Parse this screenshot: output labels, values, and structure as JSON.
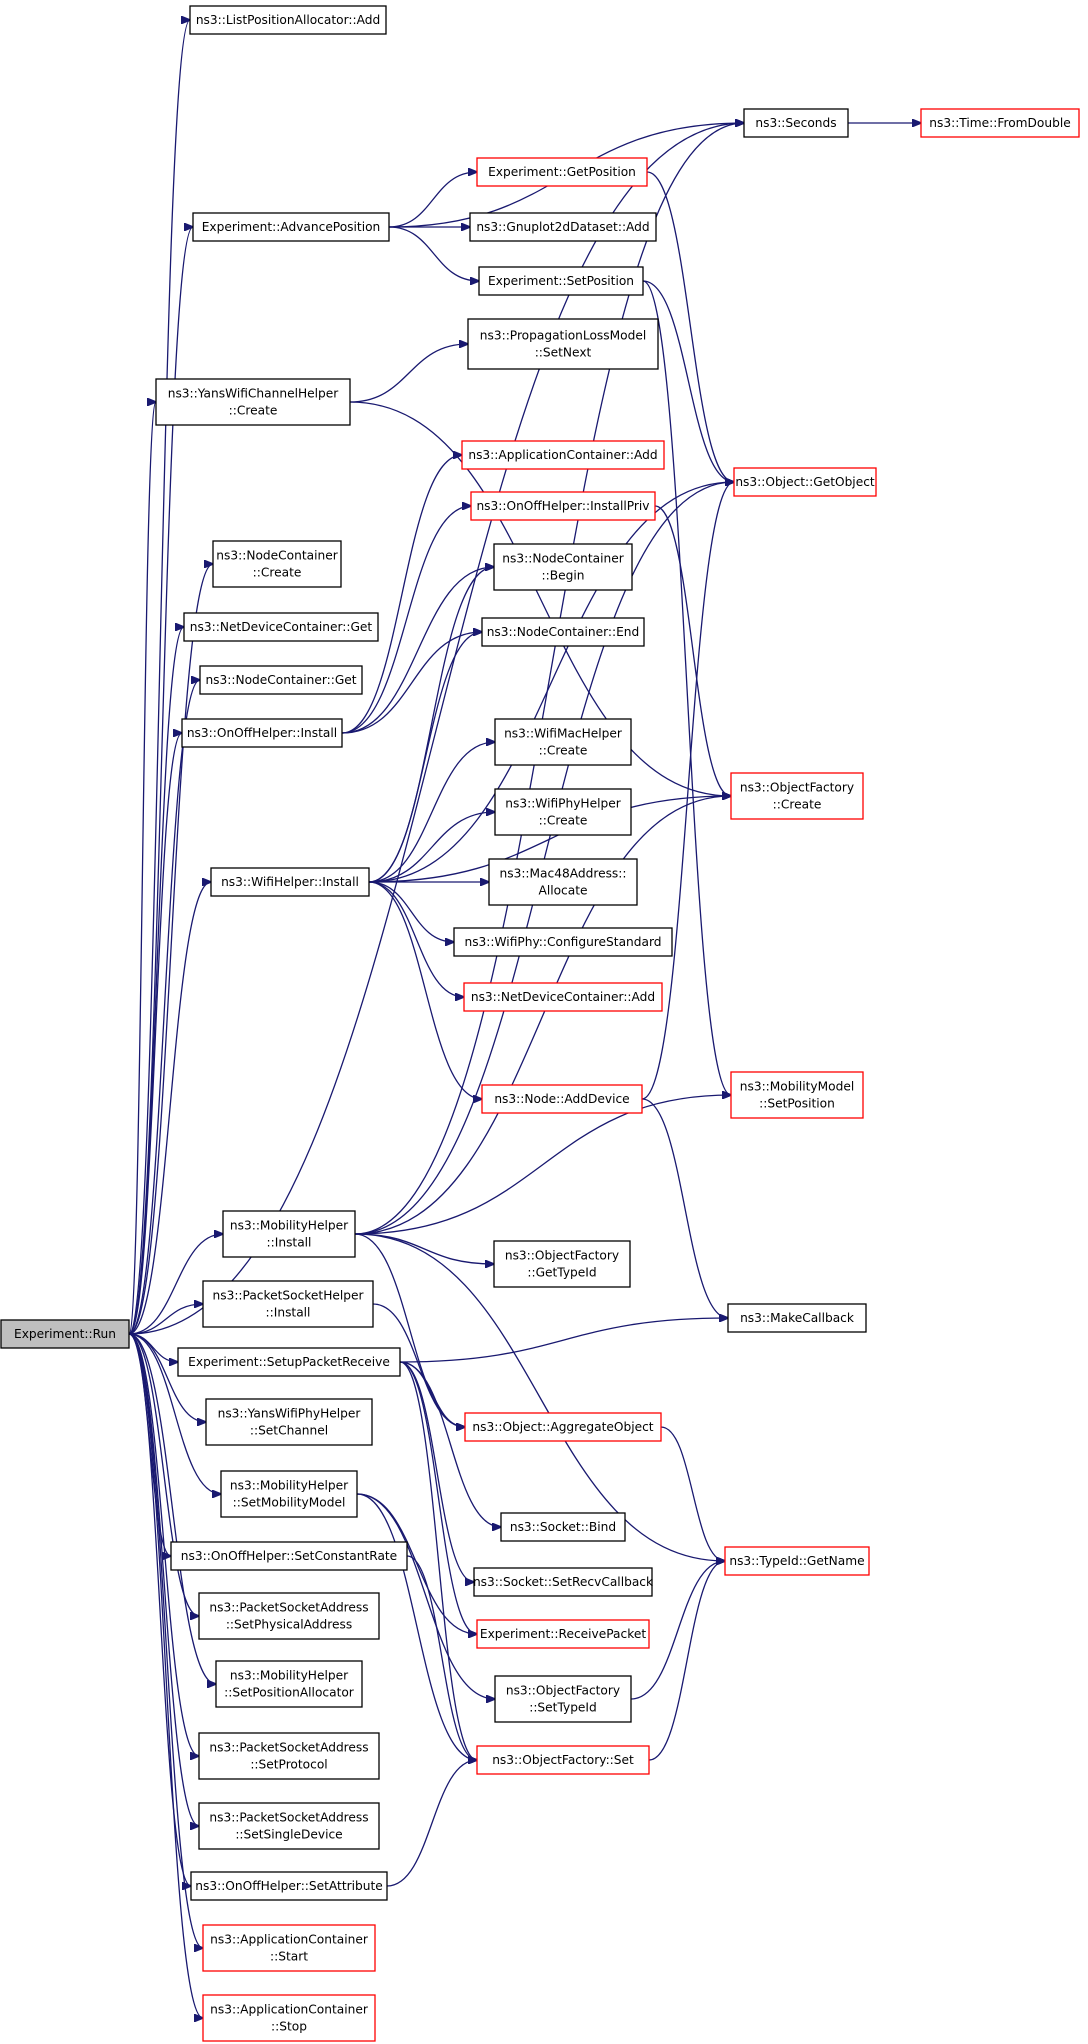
{
  "graph": {
    "nodes": [
      {
        "id": "run",
        "lines": [
          "Experiment::Run"
        ],
        "style": "root"
      },
      {
        "id": "lpaAdd",
        "lines": [
          "ns3::ListPositionAllocator::Add"
        ],
        "style": "black"
      },
      {
        "id": "seconds",
        "lines": [
          "ns3::Seconds"
        ],
        "style": "black"
      },
      {
        "id": "fromDouble",
        "lines": [
          "ns3::Time::FromDouble"
        ],
        "style": "red"
      },
      {
        "id": "expGetPos",
        "lines": [
          "Experiment::GetPosition"
        ],
        "style": "red"
      },
      {
        "id": "advPos",
        "lines": [
          "Experiment::AdvancePosition"
        ],
        "style": "black"
      },
      {
        "id": "gnuplotAdd",
        "lines": [
          "ns3::Gnuplot2dDataset::Add"
        ],
        "style": "black"
      },
      {
        "id": "expSetPos",
        "lines": [
          "Experiment::SetPosition"
        ],
        "style": "black"
      },
      {
        "id": "propSetNext",
        "lines": [
          "ns3::PropagationLossModel",
          "::SetNext"
        ],
        "style": "black"
      },
      {
        "id": "yansChCreate",
        "lines": [
          "ns3::YansWifiChannelHelper",
          "::Create"
        ],
        "style": "black"
      },
      {
        "id": "appContAdd",
        "lines": [
          "ns3::ApplicationContainer::Add"
        ],
        "style": "red"
      },
      {
        "id": "getObject",
        "lines": [
          "ns3::Object::GetObject"
        ],
        "style": "red"
      },
      {
        "id": "onoffInstallPriv",
        "lines": [
          "ns3::OnOffHelper::InstallPriv"
        ],
        "style": "red"
      },
      {
        "id": "nodeContCreate",
        "lines": [
          "ns3::NodeContainer",
          "::Create"
        ],
        "style": "black"
      },
      {
        "id": "nodeContBegin",
        "lines": [
          "ns3::NodeContainer",
          "::Begin"
        ],
        "style": "black"
      },
      {
        "id": "netDevContGet",
        "lines": [
          "ns3::NetDeviceContainer::Get"
        ],
        "style": "black"
      },
      {
        "id": "nodeContEnd",
        "lines": [
          "ns3::NodeContainer::End"
        ],
        "style": "black"
      },
      {
        "id": "nodeContGet",
        "lines": [
          "ns3::NodeContainer::Get"
        ],
        "style": "black"
      },
      {
        "id": "onoffInstall",
        "lines": [
          "ns3::OnOffHelper::Install"
        ],
        "style": "black"
      },
      {
        "id": "wifiMacCreate",
        "lines": [
          "ns3::WifiMacHelper",
          "::Create"
        ],
        "style": "black"
      },
      {
        "id": "objFactCreate",
        "lines": [
          "ns3::ObjectFactory",
          "::Create"
        ],
        "style": "red"
      },
      {
        "id": "wifiPhyCreate",
        "lines": [
          "ns3::WifiPhyHelper",
          "::Create"
        ],
        "style": "black"
      },
      {
        "id": "wifiInstall",
        "lines": [
          "ns3::WifiHelper::Install"
        ],
        "style": "black"
      },
      {
        "id": "mac48Alloc",
        "lines": [
          "ns3::Mac48Address::",
          "Allocate"
        ],
        "style": "black"
      },
      {
        "id": "wifiPhyConfStd",
        "lines": [
          "ns3::WifiPhy::ConfigureStandard"
        ],
        "style": "black"
      },
      {
        "id": "netDevContAdd",
        "lines": [
          "ns3::NetDeviceContainer::Add"
        ],
        "style": "red"
      },
      {
        "id": "mobModelSetPos",
        "lines": [
          "ns3::MobilityModel",
          "::SetPosition"
        ],
        "style": "red"
      },
      {
        "id": "nodeAddDevice",
        "lines": [
          "ns3::Node::AddDevice"
        ],
        "style": "red"
      },
      {
        "id": "mobHelperInstall",
        "lines": [
          "ns3::MobilityHelper",
          "::Install"
        ],
        "style": "black"
      },
      {
        "id": "objFactGetTypeId",
        "lines": [
          "ns3::ObjectFactory",
          "::GetTypeId"
        ],
        "style": "black"
      },
      {
        "id": "makeCallback",
        "lines": [
          "ns3::MakeCallback"
        ],
        "style": "black"
      },
      {
        "id": "pktSockInstall",
        "lines": [
          "ns3::PacketSocketHelper",
          "::Install"
        ],
        "style": "black"
      },
      {
        "id": "setupPktRecv",
        "lines": [
          "Experiment::SetupPacketReceive"
        ],
        "style": "black"
      },
      {
        "id": "aggObject",
        "lines": [
          "ns3::Object::AggregateObject"
        ],
        "style": "red"
      },
      {
        "id": "yansPhySetCh",
        "lines": [
          "ns3::YansWifiPhyHelper",
          "::SetChannel"
        ],
        "style": "black"
      },
      {
        "id": "mobSetModel",
        "lines": [
          "ns3::MobilityHelper",
          "::SetMobilityModel"
        ],
        "style": "black"
      },
      {
        "id": "socketBind",
        "lines": [
          "ns3::Socket::Bind"
        ],
        "style": "black"
      },
      {
        "id": "onoffSetRate",
        "lines": [
          "ns3::OnOffHelper::SetConstantRate"
        ],
        "style": "black"
      },
      {
        "id": "typeIdGetName",
        "lines": [
          "ns3::TypeId::GetName"
        ],
        "style": "red"
      },
      {
        "id": "socketSetRecvCb",
        "lines": [
          "ns3::Socket::SetRecvCallback"
        ],
        "style": "black"
      },
      {
        "id": "pktSockSetPhys",
        "lines": [
          "ns3::PacketSocketAddress",
          "::SetPhysicalAddress"
        ],
        "style": "black"
      },
      {
        "id": "expRecvPkt",
        "lines": [
          "Experiment::ReceivePacket"
        ],
        "style": "red"
      },
      {
        "id": "mobSetPosAlloc",
        "lines": [
          "ns3::MobilityHelper",
          "::SetPositionAllocator"
        ],
        "style": "black"
      },
      {
        "id": "objFactSetTypeId",
        "lines": [
          "ns3::ObjectFactory",
          "::SetTypeId"
        ],
        "style": "black"
      },
      {
        "id": "pktSockSetProto",
        "lines": [
          "ns3::PacketSocketAddress",
          "::SetProtocol"
        ],
        "style": "black"
      },
      {
        "id": "objFactSet",
        "lines": [
          "ns3::ObjectFactory::Set"
        ],
        "style": "red"
      },
      {
        "id": "pktSockSetSingle",
        "lines": [
          "ns3::PacketSocketAddress",
          "::SetSingleDevice"
        ],
        "style": "black"
      },
      {
        "id": "onoffSetAttr",
        "lines": [
          "ns3::OnOffHelper::SetAttribute"
        ],
        "style": "black"
      },
      {
        "id": "appContStart",
        "lines": [
          "ns3::ApplicationContainer",
          "::Start"
        ],
        "style": "red"
      },
      {
        "id": "appContStop",
        "lines": [
          "ns3::ApplicationContainer",
          "::Stop"
        ],
        "style": "red"
      }
    ],
    "edges": [
      [
        "run",
        "lpaAdd"
      ],
      [
        "run",
        "seconds"
      ],
      [
        "run",
        "advPos"
      ],
      [
        "run",
        "yansChCreate"
      ],
      [
        "run",
        "nodeContCreate"
      ],
      [
        "run",
        "netDevContGet"
      ],
      [
        "run",
        "nodeContGet"
      ],
      [
        "run",
        "onoffInstall"
      ],
      [
        "run",
        "wifiInstall"
      ],
      [
        "run",
        "mobHelperInstall"
      ],
      [
        "run",
        "pktSockInstall"
      ],
      [
        "run",
        "setupPktRecv"
      ],
      [
        "run",
        "yansPhySetCh"
      ],
      [
        "run",
        "mobSetModel"
      ],
      [
        "run",
        "onoffSetRate"
      ],
      [
        "run",
        "pktSockSetPhys"
      ],
      [
        "run",
        "mobSetPosAlloc"
      ],
      [
        "run",
        "pktSockSetProto"
      ],
      [
        "run",
        "pktSockSetSingle"
      ],
      [
        "run",
        "onoffSetAttr"
      ],
      [
        "run",
        "appContStart"
      ],
      [
        "run",
        "appContStop"
      ],
      [
        "seconds",
        "fromDouble"
      ],
      [
        "advPos",
        "seconds"
      ],
      [
        "advPos",
        "expGetPos"
      ],
      [
        "advPos",
        "gnuplotAdd"
      ],
      [
        "advPos",
        "expSetPos"
      ],
      [
        "expGetPos",
        "getObject"
      ],
      [
        "expSetPos",
        "getObject"
      ],
      [
        "expSetPos",
        "mobModelSetPos"
      ],
      [
        "yansChCreate",
        "propSetNext"
      ],
      [
        "yansChCreate",
        "objFactCreate"
      ],
      [
        "onoffInstall",
        "appContAdd"
      ],
      [
        "onoffInstall",
        "onoffInstallPriv"
      ],
      [
        "onoffInstall",
        "nodeContBegin"
      ],
      [
        "onoffInstall",
        "nodeContEnd"
      ],
      [
        "onoffInstallPriv",
        "objFactCreate"
      ],
      [
        "wifiInstall",
        "nodeContBegin"
      ],
      [
        "wifiInstall",
        "nodeContEnd"
      ],
      [
        "wifiInstall",
        "getObject"
      ],
      [
        "wifiInstall",
        "wifiMacCreate"
      ],
      [
        "wifiInstall",
        "wifiPhyCreate"
      ],
      [
        "wifiInstall",
        "mac48Alloc"
      ],
      [
        "wifiInstall",
        "wifiPhyConfStd"
      ],
      [
        "wifiInstall",
        "netDevContAdd"
      ],
      [
        "wifiInstall",
        "objFactCreate"
      ],
      [
        "wifiInstall",
        "nodeAddDevice"
      ],
      [
        "nodeAddDevice",
        "getObject"
      ],
      [
        "nodeAddDevice",
        "makeCallback"
      ],
      [
        "mobHelperInstall",
        "getObject"
      ],
      [
        "mobHelperInstall",
        "seconds"
      ],
      [
        "mobHelperInstall",
        "objFactGetTypeId"
      ],
      [
        "mobHelperInstall",
        "mobModelSetPos"
      ],
      [
        "mobHelperInstall",
        "aggObject"
      ],
      [
        "mobHelperInstall",
        "typeIdGetName"
      ],
      [
        "mobHelperInstall",
        "objFactCreate"
      ],
      [
        "pktSockInstall",
        "aggObject"
      ],
      [
        "setupPktRecv",
        "makeCallback"
      ],
      [
        "setupPktRecv",
        "socketBind"
      ],
      [
        "setupPktRecv",
        "socketSetRecvCb"
      ],
      [
        "setupPktRecv",
        "expRecvPkt"
      ],
      [
        "setupPktRecv",
        "objFactSet"
      ],
      [
        "setupPktRecv",
        "aggObject"
      ],
      [
        "aggObject",
        "typeIdGetName"
      ],
      [
        "mobSetModel",
        "objFactSetTypeId"
      ],
      [
        "mobSetModel",
        "objFactSet"
      ],
      [
        "mobSetModel",
        "expRecvPkt"
      ],
      [
        "onoffSetRate",
        "objFactSet"
      ],
      [
        "objFactSetTypeId",
        "typeIdGetName"
      ],
      [
        "objFactSet",
        "typeIdGetName"
      ],
      [
        "onoffSetAttr",
        "objFactSet"
      ]
    ]
  }
}
